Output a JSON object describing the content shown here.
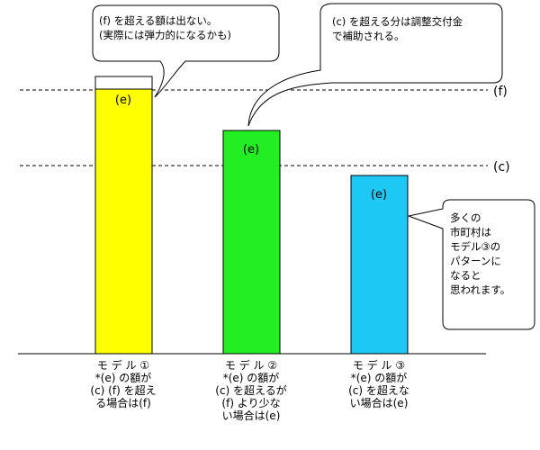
{
  "lines": {
    "f_label": "(f)",
    "c_label": "(c)"
  },
  "bars": [
    {
      "label": "(e)",
      "caption_lines": [
        "モ デ ル ①",
        "*(e) の額が",
        "(c) (f) を超え",
        "る場合は(f)"
      ]
    },
    {
      "label": "(e)",
      "caption_lines": [
        "モ デ ル ②",
        "*(e) の額が",
        "(c) を超えるが",
        "(f) より少な",
        "い場合は(e)"
      ]
    },
    {
      "label": "(e)",
      "caption_lines": [
        "モ デ ル ③",
        "*(e) の額が",
        "(c) を超えな",
        "い場合は(e)"
      ]
    }
  ],
  "callouts": {
    "c1": [
      "(f) を超える額は出ない。",
      "(実際には弾力的になるかも)"
    ],
    "c2": [
      "(c) を超える分は調整交付金",
      "で補助される。"
    ],
    "c3": [
      "多くの",
      "市町村は",
      "モデル③の",
      "パターンに",
      "なると",
      "思われます。"
    ]
  },
  "colors": {
    "bar1": "#ffff00",
    "bar2": "#22ee22",
    "bar3": "#1ec8f5",
    "dashed": "#000000",
    "callout_fill": "#ffffff"
  }
}
